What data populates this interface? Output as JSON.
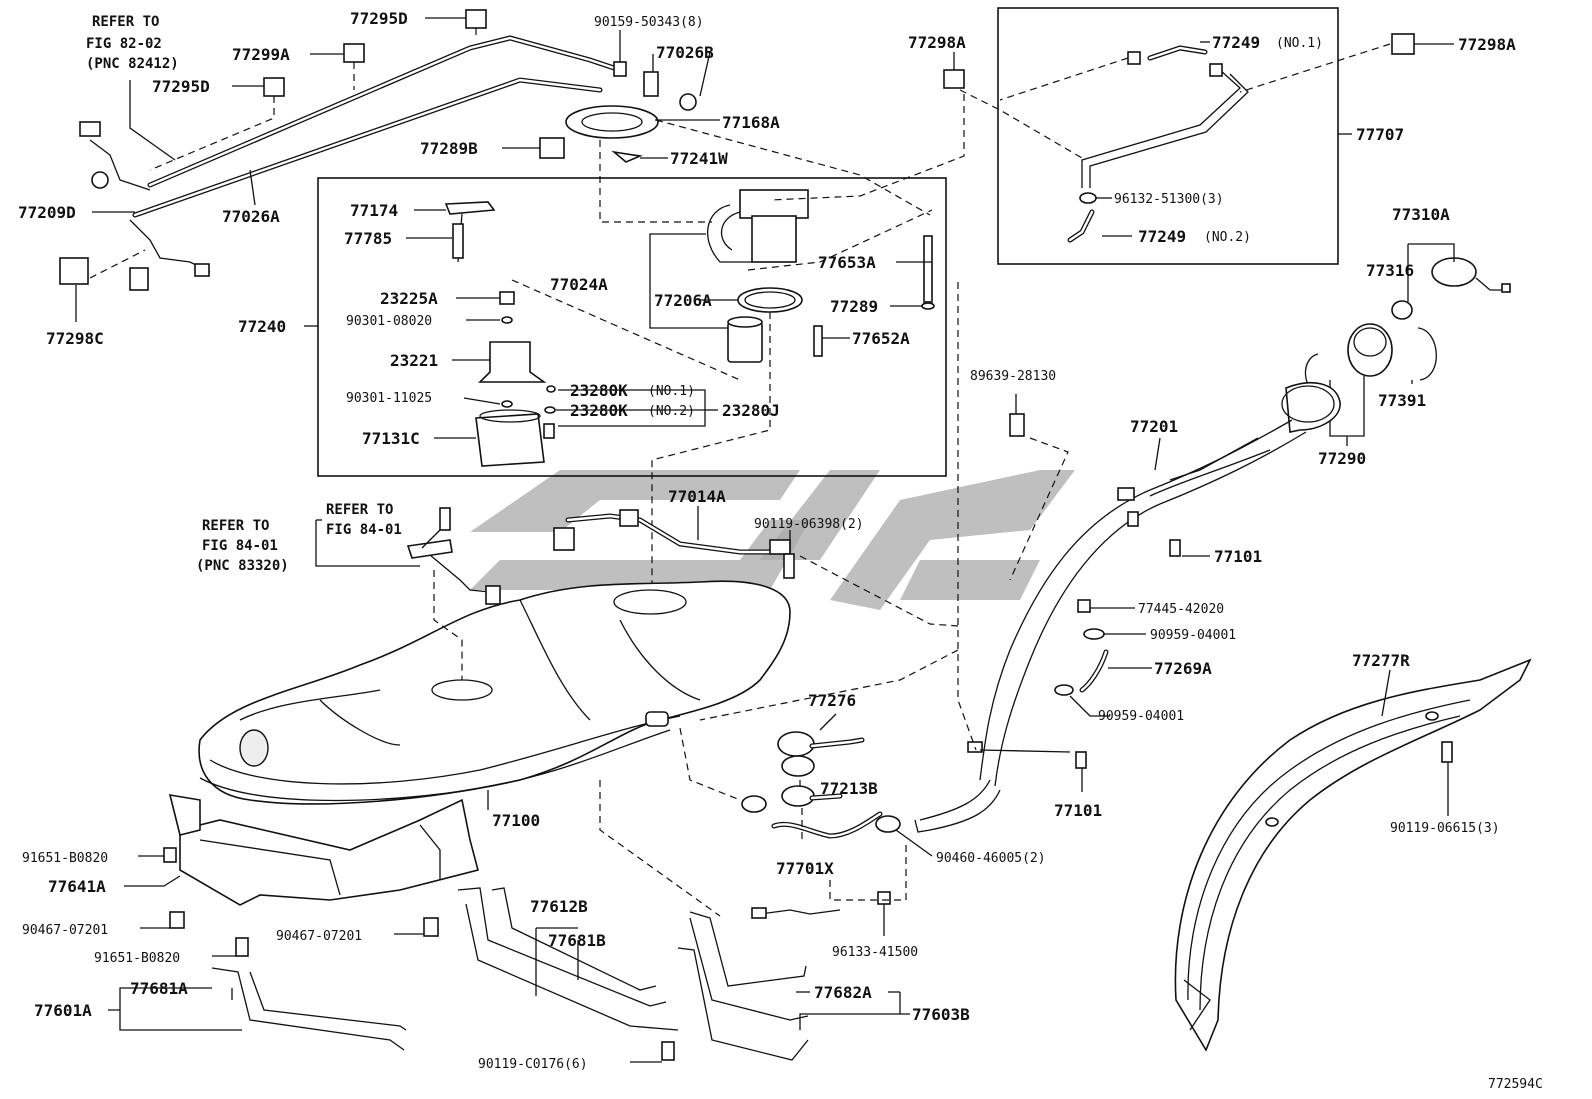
{
  "figure_code": "772594C",
  "notes": {
    "refer_82_02": [
      "REFER TO",
      "FIG 82-02",
      "(PNC 82412)"
    ],
    "refer_84_01_a": [
      "REFER TO",
      "FIG 84-01"
    ],
    "refer_84_01_b": [
      "REFER TO",
      "FIG 84-01",
      "(PNC 83320)"
    ]
  },
  "labels": {
    "p77295D_top": "77295D",
    "p77299A": "77299A",
    "p77295D_mid": "77295D",
    "p90159": "90159-50343(8)",
    "p77026B": "77026B",
    "p77168A": "77168A",
    "p77289B": "77289B",
    "p77241W": "77241W",
    "p77209D": "77209D",
    "p77026A": "77026A",
    "p77298C": "77298C",
    "p77240": "77240",
    "p77174": "77174",
    "p77785": "77785",
    "p77024A": "77024A",
    "p77206A": "77206A",
    "p77653A": "77653A",
    "p77289": "77289",
    "p77652A": "77652A",
    "p23225A": "23225A",
    "p90301_08020": "90301-08020",
    "p23221": "23221",
    "p90301_11025": "90301-11025",
    "p23280K_1": "23280K",
    "p23280K_1_sub": "(NO.1)",
    "p23280K_2": "23280K",
    "p23280K_2_sub": "(NO.2)",
    "p23280J": "23280J",
    "p77131C": "77131C",
    "p77298A_left": "77298A",
    "p77249_1": "77249",
    "p77249_1_sub": "(NO.1)",
    "p77298A_right": "77298A",
    "p77707": "77707",
    "p96132": "96132-51300(3)",
    "p77249_2": "77249",
    "p77249_2_sub": "(NO.2)",
    "p77310A": "77310A",
    "p77316": "77316",
    "p77391": "77391",
    "p77290": "77290",
    "p89639": "89639-28130",
    "p77201": "77201",
    "p77101_top": "77101",
    "p77445": "77445-42020",
    "p90959_a": "90959-04001",
    "p77269A": "77269A",
    "p90959_b": "90959-04001",
    "p77101_bot": "77101",
    "p77014A": "77014A",
    "p90119_06398": "90119-06398(2)",
    "p77276": "77276",
    "p77213B": "77213B",
    "p90460": "90460-46005(2)",
    "p77701X": "77701X",
    "p96133": "96133-41500",
    "p77100": "77100",
    "p91651_a": "91651-B0820",
    "p77641A": "77641A",
    "p90467_a": "90467-07201",
    "p91651_b": "91651-B0820",
    "p90467_b": "90467-07201",
    "p77601A": "77601A",
    "p77681A": "77681A",
    "p77612B": "77612B",
    "p77681B": "77681B",
    "p90119_C0176": "90119-C0176(6)",
    "p77682A": "77682A",
    "p77603B": "77603B",
    "p77277R": "77277R",
    "p90119_06615": "90119-06615(3)"
  }
}
